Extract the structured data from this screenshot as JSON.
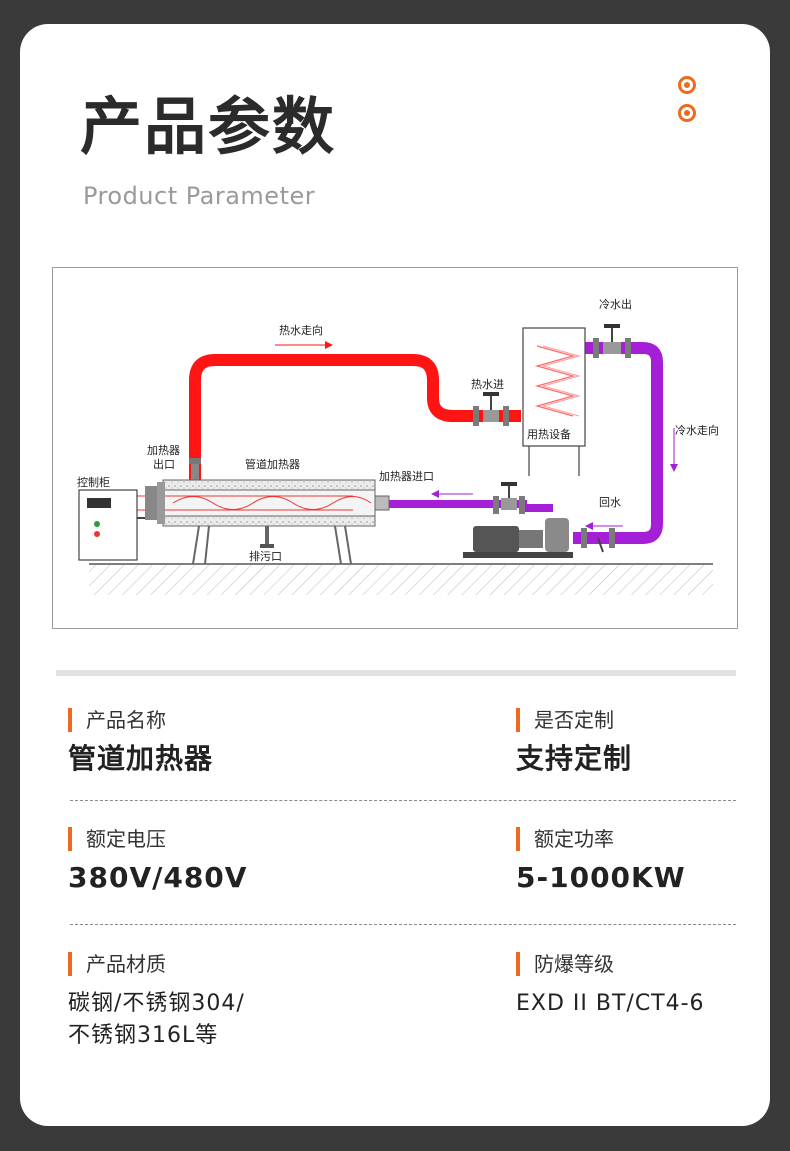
{
  "header": {
    "title": "产品参数",
    "subtitle": "Product  Parameter"
  },
  "colors": {
    "accent": "#ee6a1f",
    "hot_pipe": "#ff1414",
    "cold_pipe": "#a51fd6"
  },
  "diagram": {
    "labels": {
      "hot_water_direction": "热水走向",
      "cold_water_out": "冷水出",
      "hot_water_in": "热水进",
      "heating_equipment": "用热设备",
      "cold_water_direction": "冷水走向",
      "heater_outlet_line1": "加热器",
      "heater_outlet_line2": "出口",
      "pipe_heater": "管道加热器",
      "heater_inlet": "加热器进口",
      "control_cabinet": "控制柜",
      "return_water": "回水",
      "drain": "排污口"
    }
  },
  "params": [
    {
      "name": "产品名称",
      "value": "管道加热器"
    },
    {
      "name": "是否定制",
      "value": "支持定制"
    },
    {
      "name": "额定电压",
      "value": "380V/480V"
    },
    {
      "name": "额定功率",
      "value": "5-1000KW"
    },
    {
      "name": "产品材质",
      "value_line1": "碳钢/不锈钢304/",
      "value_line2": "不锈钢316L等"
    },
    {
      "name": "防爆等级",
      "value": "EXD II BT/CT4-6"
    }
  ]
}
